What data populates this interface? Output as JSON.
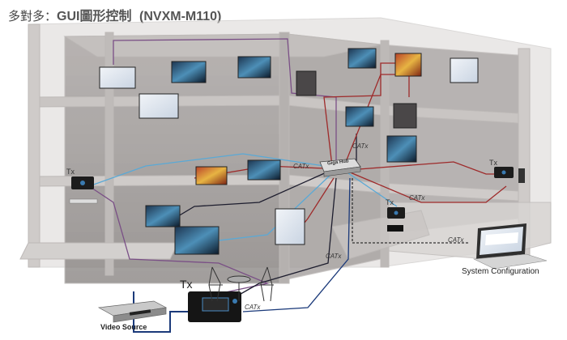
{
  "header": {
    "title_prefix": "多對多：",
    "title_main": "GUI圖形控制",
    "model": "(NVXM-M110)"
  },
  "labels": {
    "catx": "CATx",
    "tx": "Tx",
    "hub": "Giga Hub",
    "video_source": "Video Source",
    "system_configuration": "System Configuration"
  },
  "colors": {
    "floor_fill": "#8f8a88",
    "cable_red": "#9e2a2a",
    "cable_blue": "#5aa9d6",
    "cable_purple": "#7a4f86",
    "cable_black": "#1d1d2e",
    "cable_navy": "#1b3a7a"
  }
}
